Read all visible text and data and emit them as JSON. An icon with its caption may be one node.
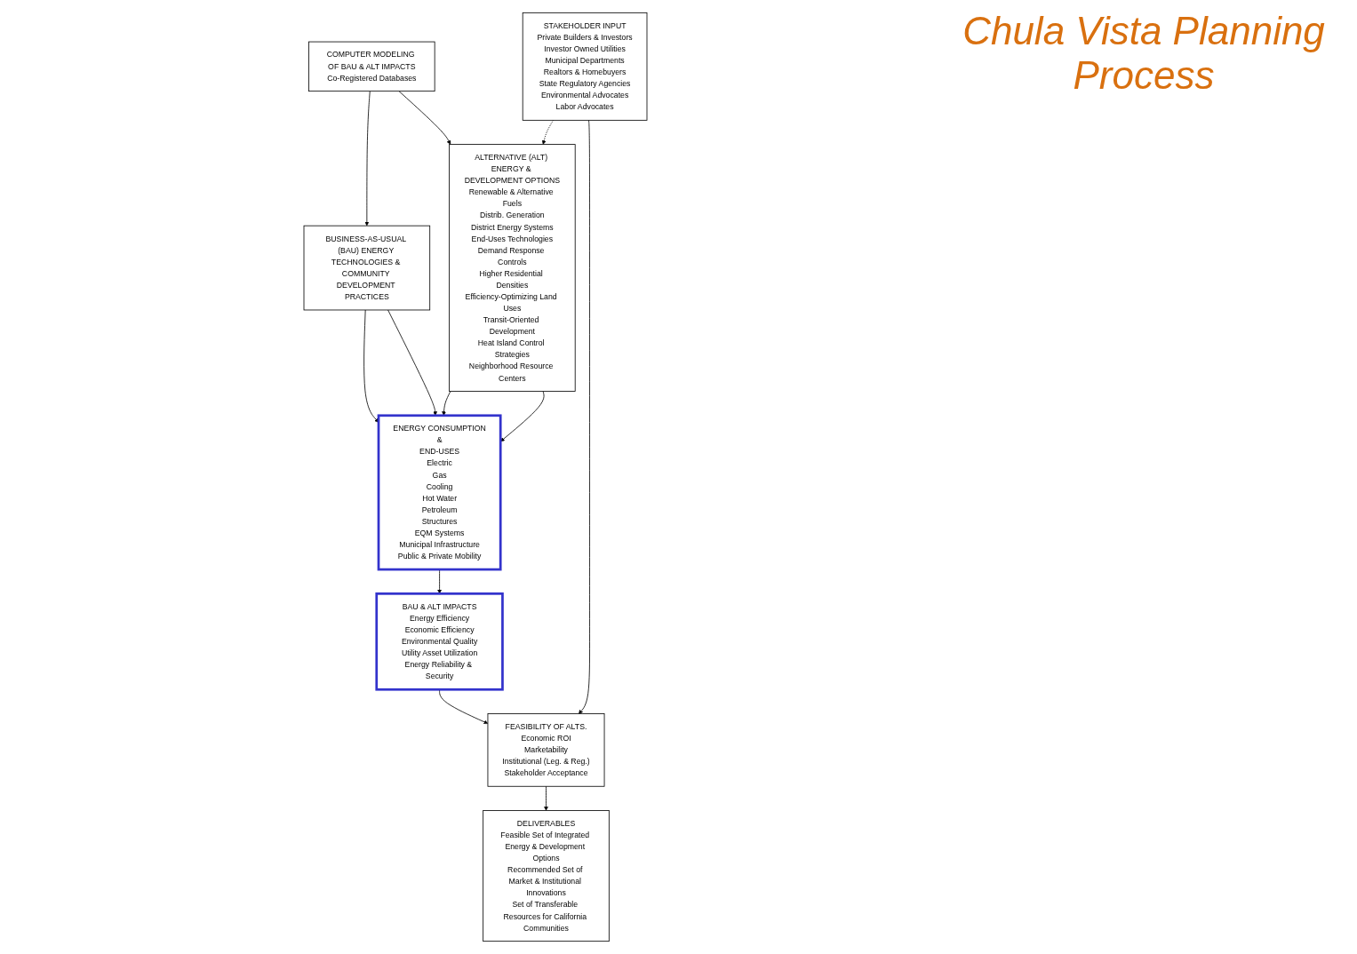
{
  "diagram": {
    "title": "Chula Vista Planning Process",
    "nodes": [
      {
        "text": [
          "BUSINESS-AS-USUAL (BAU) ENERGY TECHNOLOGIES & COMMUNITY DEVELOPMENT PRACTICES"
        ]
      },
      {
        "text": [
          "ENERGY CONSUMPTION",
          "&",
          "END-USES",
          "Electric",
          "Gas",
          "Cooling",
          "Hot Water",
          "Petroleum",
          "Structures",
          "EQM Systems",
          "Municipal Infrastructure",
          "Public & Private Mobility"
        ]
      },
      {
        "text": [
          "BAU & ALT IMPACTS",
          "Energy Efficiency",
          "Economic Efficiency",
          "Environmental Quality",
          "Utility Asset Utilization",
          "Energy Reliability & Security"
        ]
      },
      {
        "text": [
          "ALTERNATIVE (ALT) ENERGY & DEVELOPMENT OPTIONS",
          "Renewable & Alternative Fuels",
          "Distrib. Generation",
          "District Energy Systems",
          "End-Uses Technologies",
          "Demand Response Controls",
          "Higher Residential Densities",
          "Efficiency-Optimizing Land Uses",
          "Transit-Oriented Development",
          "Heat Island Control Strategies",
          "Neighborhood Resource Centers"
        ]
      },
      {
        "text": [
          "FEASIBILITY OF ALTS.",
          "Economic ROI",
          "Marketability",
          "Institutional (Leg. & Reg.)",
          "Stakeholder Acceptance"
        ]
      },
      {
        "text": [
          "COMPUTER MODELING OF BAU & ALT IMPACTS",
          "Co-Registered Databases"
        ]
      },
      {
        "text": [
          "STAKEHOLDER INPUT",
          "Private Builders & Investors",
          "Investor Owned Utilities",
          "Municipal Departments",
          "Realtors & Homebuyers",
          "State Regulatory Agencies",
          "Environmental Advocates",
          "Labor Advocates"
        ]
      },
      {
        "text": [
          "DELIVERABLES",
          "Feasible Set of Integrated Energy & Development Options",
          "Recommended Set of Market & Institutional Innovations",
          "Set of Transferable Resources for California Communities"
        ]
      }
    ],
    "edges": [
      {
        "from": 0,
        "to": 1,
        "arrow": "to"
      },
      {
        "from": 0,
        "to": 1,
        "arrow": "to"
      },
      {
        "from": 1,
        "to": 2,
        "arrow": "to"
      },
      {
        "from": 3,
        "to": 1,
        "arrow": "to"
      },
      {
        "from": 3,
        "to": 1,
        "arrow": "to"
      },
      {
        "from": 2,
        "to": 4,
        "arrow": "to"
      },
      {
        "from": 4,
        "to": 7,
        "arrow": "to"
      },
      {
        "from": 6,
        "to": 3,
        "arrow": "to",
        "style": "dashed"
      },
      {
        "from": 6,
        "to": 4,
        "arrow": "to"
      },
      {
        "from": 5,
        "to": 0,
        "arrow": "to"
      },
      {
        "from": 5,
        "to": 3,
        "arrow": "to"
      }
    ]
  }
}
